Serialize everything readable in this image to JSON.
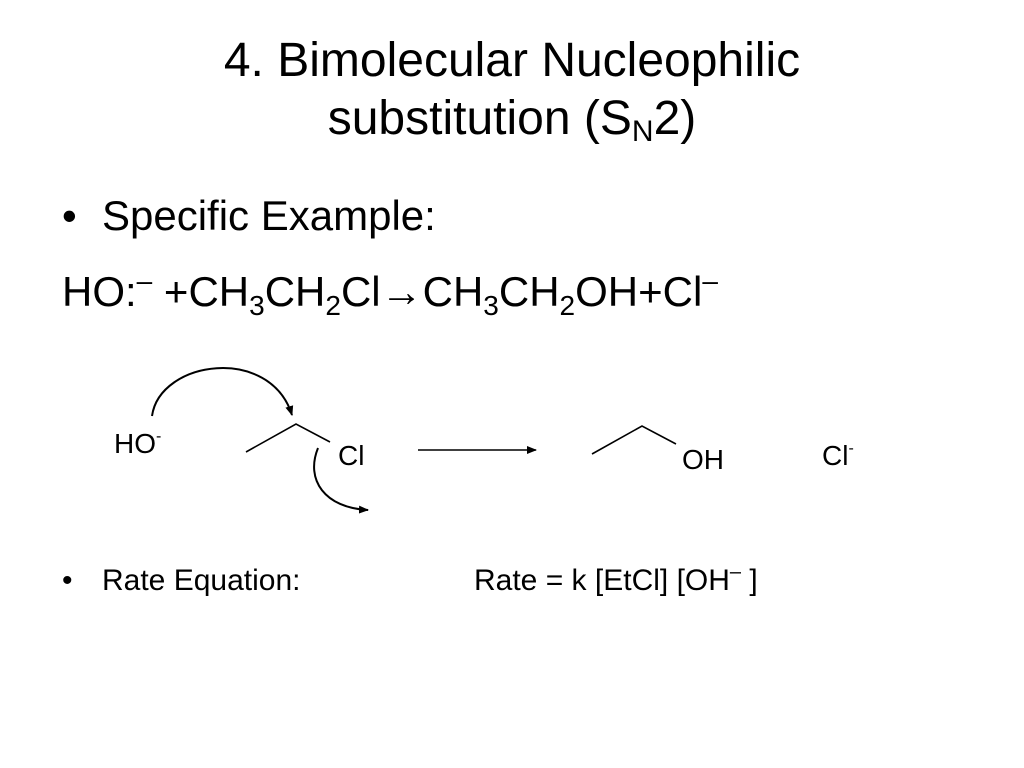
{
  "slide": {
    "title_line1": "4. Bimolecular Nucleophilic",
    "title_line2_prefix": "substitution (S",
    "title_line2_sub": "N",
    "title_line2_suffix": "2)"
  },
  "bullets": {
    "bullet_char": "•",
    "specific_example": "Specific Example:",
    "rate_equation_label": "Rate Equation:",
    "rate_equation_formula_prefix": "Rate = k [EtCl] [OH",
    "rate_equation_formula_sup": "–",
    "rate_equation_formula_suffix": " ]"
  },
  "equation": {
    "nucleophile": "HO:",
    "nucleophile_charge": "–",
    "plus1": " +CH",
    "sub1": "3",
    "part2": "CH",
    "sub2": "2",
    "part3": "Cl",
    "arrow": "→",
    "part4": "CH",
    "sub3": "3",
    "part5": "CH",
    "sub4": "2",
    "part6": "OH+Cl",
    "chloride_charge": "–"
  },
  "scheme": {
    "reactant_nucleophile": "HO",
    "reactant_nucleophile_charge": "-",
    "leaving_atom": "Cl",
    "product_group": "OH",
    "product_ion": "Cl",
    "product_ion_charge": "-"
  }
}
